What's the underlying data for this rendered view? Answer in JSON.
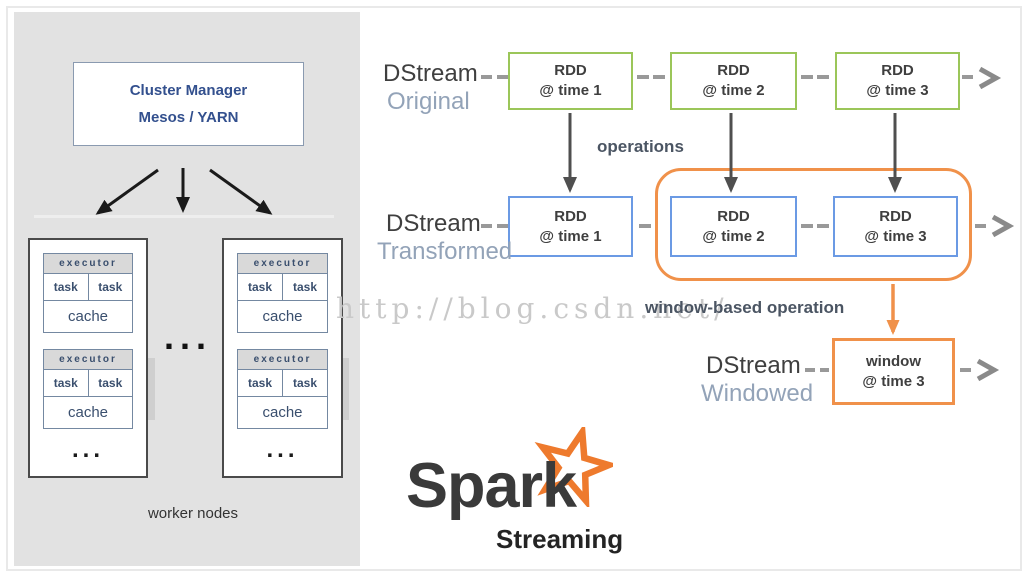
{
  "left_panel": {
    "cluster_manager": {
      "line1": "Cluster Manager",
      "line2": "Mesos / YARN"
    },
    "executor_label": "executor",
    "task_label": "task",
    "cache_label": "cache",
    "worker_ellipsis": "...",
    "nodes_ellipsis": "...",
    "worker_nodes_label": "worker nodes"
  },
  "diagram": {
    "rows": {
      "original": {
        "label": "DStream",
        "sublabel": "Original",
        "boxes": [
          {
            "line1": "RDD",
            "line2": "@ time 1"
          },
          {
            "line1": "RDD",
            "line2": "@ time 2"
          },
          {
            "line1": "RDD",
            "line2": "@ time 3"
          }
        ]
      },
      "transformed": {
        "label": "DStream",
        "sublabel": "Transformed",
        "boxes": [
          {
            "line1": "RDD",
            "line2": "@ time 1"
          },
          {
            "line1": "RDD",
            "line2": "@ time 2"
          },
          {
            "line1": "RDD",
            "line2": "@ time 3"
          }
        ]
      },
      "windowed": {
        "label": "DStream",
        "sublabel": "Windowed",
        "box": {
          "line1": "window",
          "line2": "@ time 3"
        }
      }
    },
    "operations_label": "operations",
    "window_operation_label": "window-based operation",
    "colors": {
      "original_box_border": "#9bc659",
      "transformed_box_border": "#6b9ae4",
      "window_accent": "#f0914a",
      "dash_gray": "#999999",
      "arrow_dark": "#4f4f4f"
    }
  },
  "watermark": "http://blog.csdn.net/",
  "logo": {
    "spark": "Spark",
    "streaming": "Streaming",
    "star_color": "#ee7a2d",
    "text_color": "#3a3a3a"
  }
}
